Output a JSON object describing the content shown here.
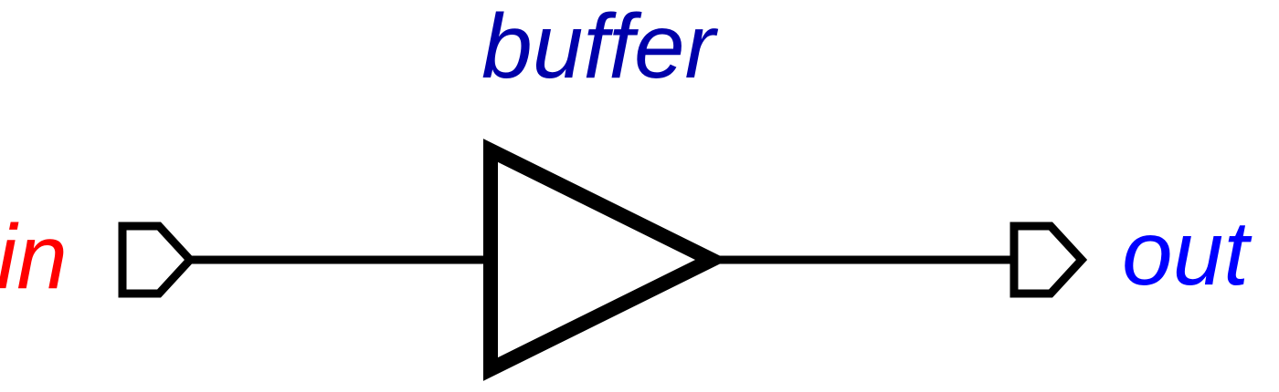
{
  "diagram": {
    "title": "buffer",
    "input_label": "in",
    "output_label": "out"
  },
  "colors": {
    "title": "#0000aa",
    "input": "#ff0000",
    "output": "#0000ff",
    "stroke": "#000000"
  }
}
